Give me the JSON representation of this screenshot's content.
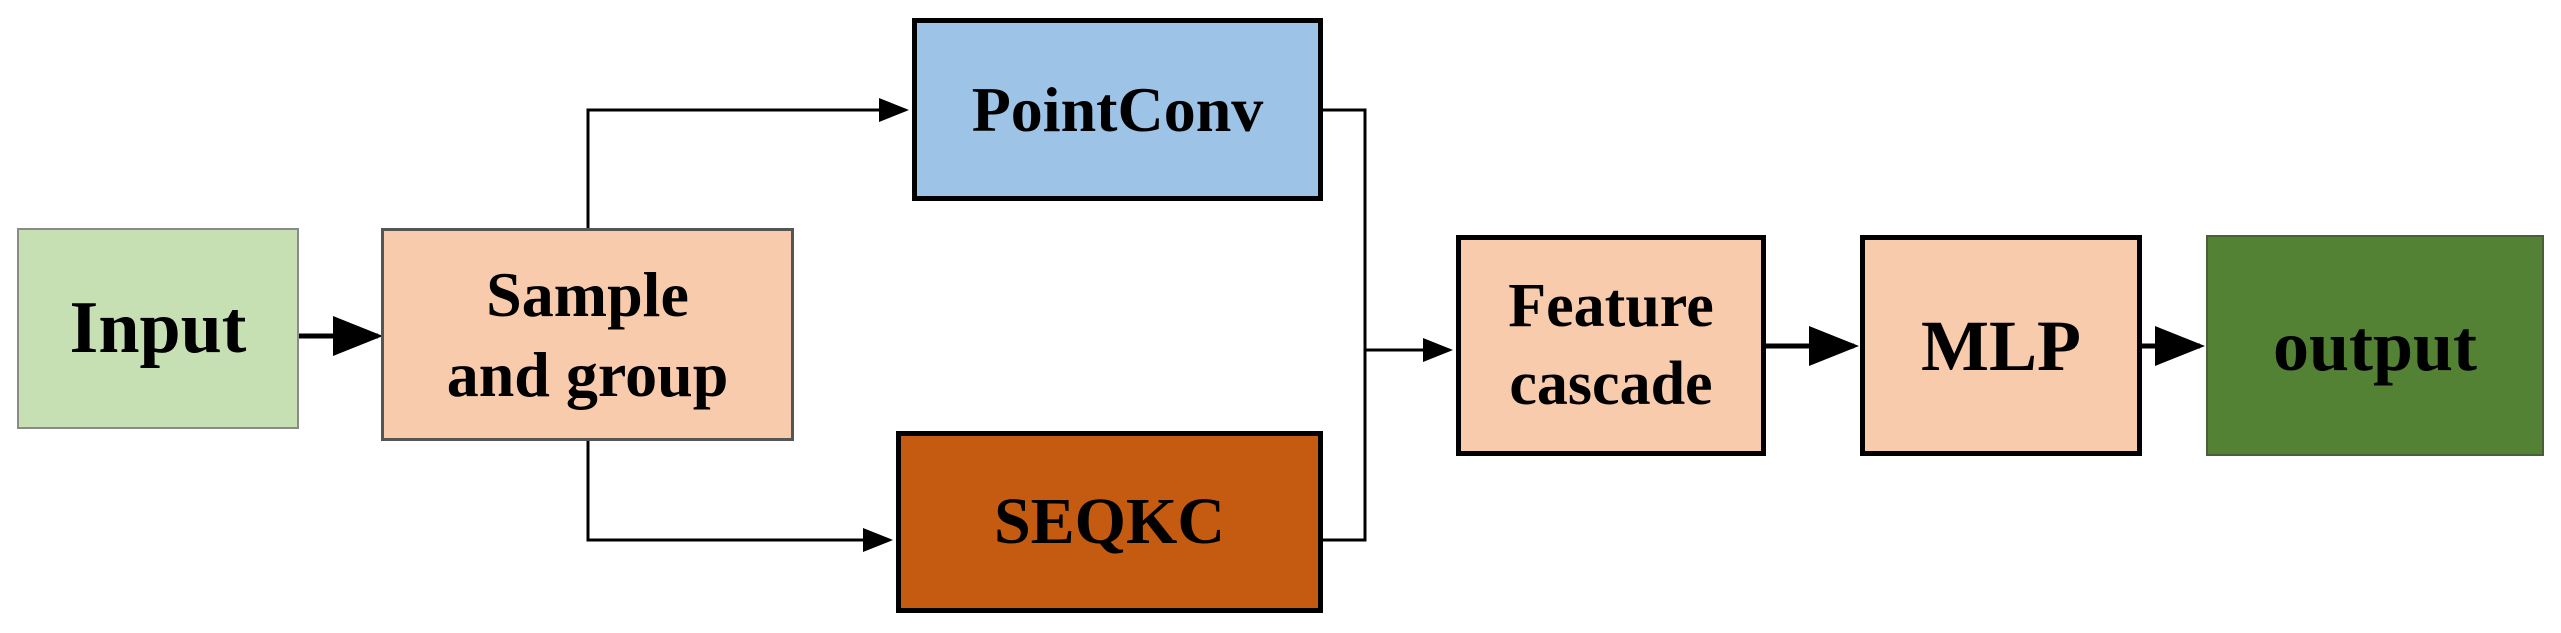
{
  "diagram": {
    "nodes": {
      "input": {
        "label": "Input",
        "fill": "#c6e0b4"
      },
      "sample": {
        "label": "Sample\nand group",
        "fill": "#f8cbad"
      },
      "pointconv": {
        "label": "PointConv",
        "fill": "#9dc3e6"
      },
      "seqkc": {
        "label": "SEQKC",
        "fill": "#c55a11"
      },
      "feature": {
        "label": "Feature\ncascade",
        "fill": "#f8cbad"
      },
      "mlp": {
        "label": "MLP",
        "fill": "#f8cbad"
      },
      "output": {
        "label": "output",
        "fill": "#548235"
      }
    },
    "edges": [
      {
        "from": "Input",
        "to": "Sample and group"
      },
      {
        "from": "Sample and group",
        "to": "PointConv"
      },
      {
        "from": "Sample and group",
        "to": "SEQKC"
      },
      {
        "from": "PointConv",
        "to": "Feature cascade"
      },
      {
        "from": "SEQKC",
        "to": "Feature cascade"
      },
      {
        "from": "Feature cascade",
        "to": "MLP"
      },
      {
        "from": "MLP",
        "to": "output"
      }
    ],
    "line_color": "#000000"
  }
}
